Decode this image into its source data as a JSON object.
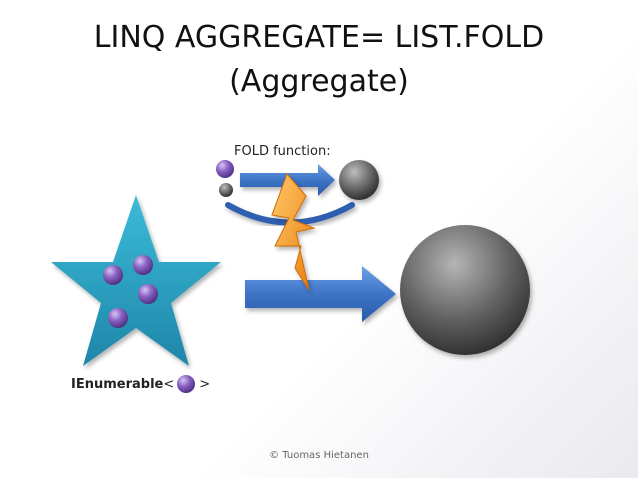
{
  "slide": {
    "title_line1": "LINQ AGGREGATE= LIST.FOLD",
    "title_line2": "(Aggregate)",
    "fold_label": "FOLD function:",
    "enumerable_type": "IEnumerable",
    "enumerable_open": "<",
    "enumerable_close": ">",
    "copyright": "© Tuomas Hietanen"
  },
  "icons": {
    "collection": "star-shape",
    "element": "purple-ball",
    "accumulator": "gray-ball",
    "operation": "lightning-bolt",
    "flow": "blue-arrow"
  },
  "colors": {
    "star": "#2fa8c8",
    "element": "#7a55b8",
    "arrow": "#3f78c9",
    "lightning": "#f59a1b",
    "result": "#555555"
  }
}
